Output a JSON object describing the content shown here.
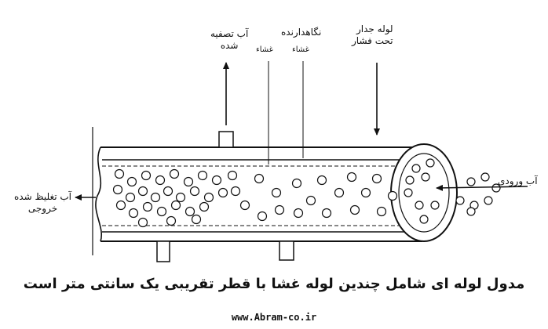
{
  "labels": {
    "purified_water_1": "آب تصفیه",
    "purified_water_2": "شده",
    "membrane_holder": "نگاهدارنده",
    "membrane_1": "غشاء",
    "membrane_2": "غشاء",
    "pressure_tube_1": "لوله جدار",
    "pressure_tube_2": "تحت فشار",
    "feed_water": "آب ورودی",
    "concentrate_1": "آب تغلیظ شده",
    "concentrate_2": "خروجی"
  },
  "caption": "مدول لوله ای شامل چندین لوله غشا با قطر تقریبی یک سانتی متر است",
  "website": "www.Abram-co.ir"
}
